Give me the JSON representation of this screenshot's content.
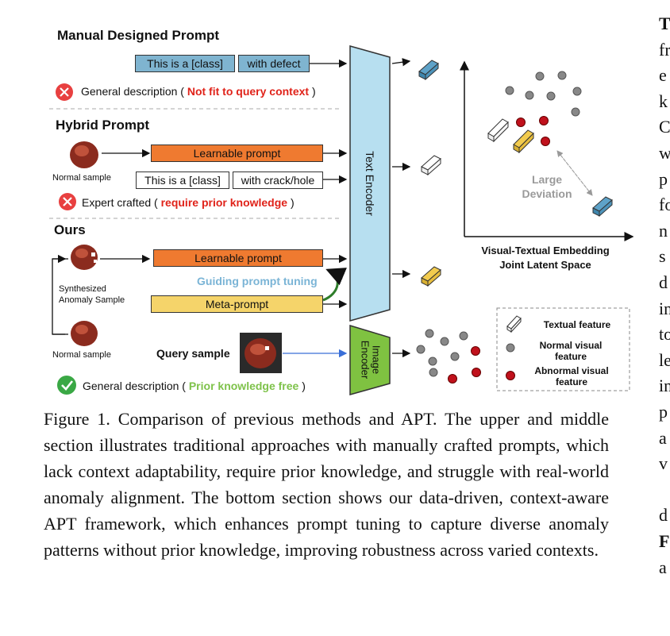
{
  "figure": {
    "manual": {
      "header": "Manual Designed Prompt",
      "box1": "This is a [class]",
      "box2": "with defect",
      "note_prefix": "General description (",
      "note_highlight": "Not fit to query context",
      "note_suffix": ")"
    },
    "hybrid": {
      "header": "Hybrid Prompt",
      "sample_label": "Normal sample",
      "learnable": "Learnable prompt",
      "box1": "This is a [class]",
      "box2": "with crack/hole",
      "note_prefix": "Expert crafted (",
      "note_highlight": "require prior knowledge",
      "note_suffix": ")"
    },
    "ours": {
      "header": "Ours",
      "synth_label_1": "Synthesized",
      "synth_label_2": "Anomaly Sample",
      "normal_label": "Normal sample",
      "learnable": "Learnable prompt",
      "guiding": "Guiding prompt tuning",
      "meta": "Meta-prompt",
      "query_label": "Query sample",
      "note_prefix": "General description (",
      "note_highlight": "Prior knowledge free",
      "note_suffix": ")"
    },
    "text_encoder": "Text Encoder",
    "image_encoder_1": "Image",
    "image_encoder_2": "Encoder",
    "embedding": {
      "deviation_1": "Large",
      "deviation_2": "Deviation",
      "title_1": "Visual-Textual Embedding",
      "title_2": "Joint Latent Space"
    },
    "legend": {
      "textual": "Textual feature",
      "normal_1": "Normal visual",
      "normal_2": "feature",
      "abnormal_1": "Abnormal visual",
      "abnormal_2": "feature"
    },
    "colors": {
      "blue_box": "#7fb4d0",
      "orange_box": "#ef7a30",
      "yellow_box": "#f5d46a",
      "encoder": "#b7dff0",
      "image_encoder": "#7fc241",
      "highlight_red": "#e0231a",
      "highlight_green": "#7ec24a",
      "abnormal_dot": "#c0111c",
      "normal_dot": "#888888"
    }
  },
  "caption": "Figure 1. Comparison of previous methods and APT. The upper and middle section illustrates traditional approaches with manually crafted prompts, which lack context adaptability, require prior knowledge, and struggle with real-world anomaly alignment. The bottom section shows our data-driven, context-aware APT framework, which enhances prompt tuning to capture diverse anomaly patterns without prior knowledge, improving robustness across varied contexts.",
  "right_column": {
    "lines": [
      "T",
      "fr",
      "e",
      "k",
      "C",
      "w",
      "p",
      "fo",
      "n",
      "s",
      "d",
      "in",
      "to",
      "le",
      "in",
      "p",
      "a",
      "v",
      "",
      "d",
      "F",
      "a"
    ]
  }
}
